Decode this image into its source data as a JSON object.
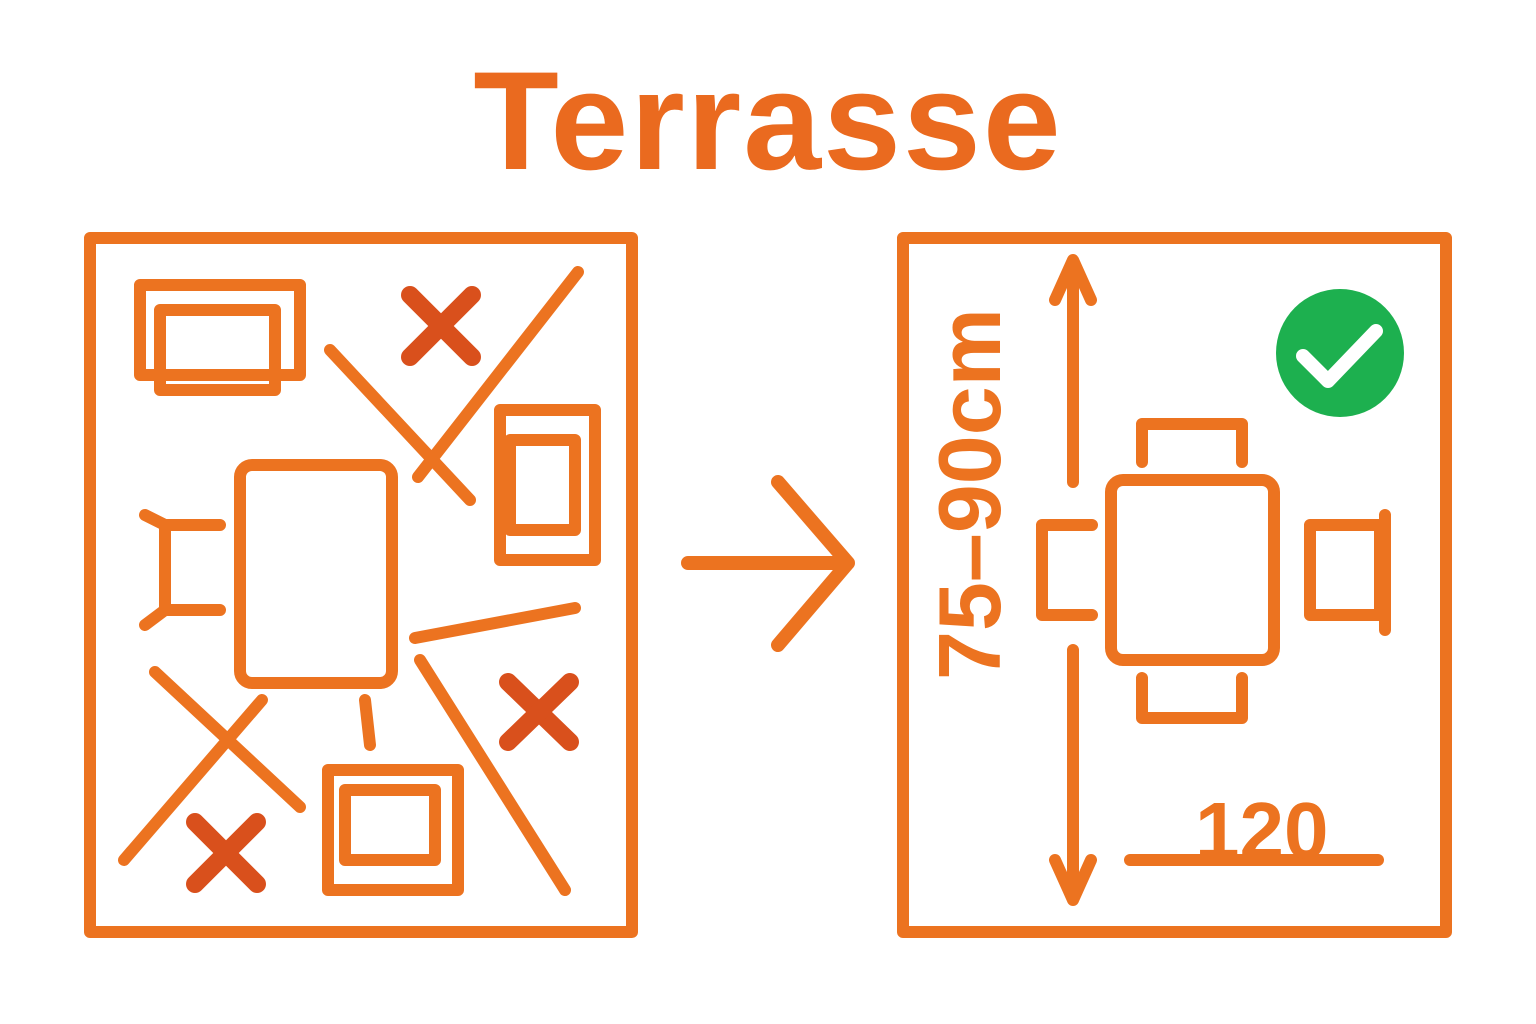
{
  "title": "Terrasse",
  "right_panel": {
    "height_label": "75–90cm",
    "width_label": "120"
  },
  "colors": {
    "accent": "#ec7320",
    "cross": "#d9501c",
    "check": "#1db04f"
  },
  "icons": [
    "cross-icon",
    "arrow-right-icon",
    "checkmark-icon"
  ]
}
